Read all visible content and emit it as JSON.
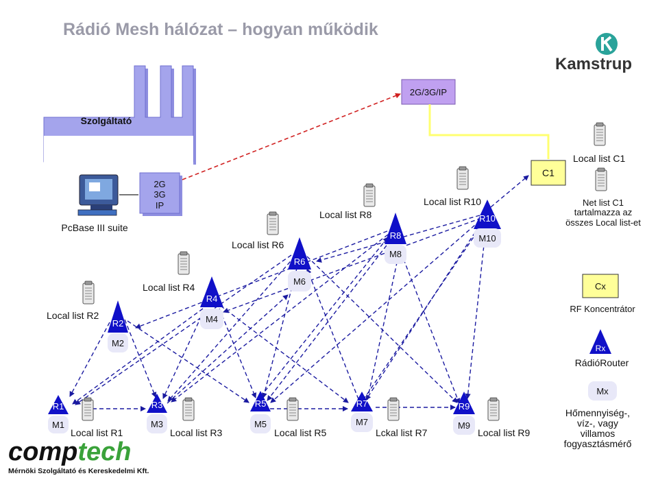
{
  "title": "Rádió Mesh hálózat – hogyan működik",
  "provider_label": "Szolgáltató",
  "cloud_label": "2G/3G/IP",
  "pcbase_label": "PcBase III suite",
  "modem_label": [
    "2G",
    "3G",
    "IP"
  ],
  "concentrator_box": "C1",
  "c1_local_list": "Local list C1",
  "c1_net_list": [
    "Net list C1",
    "tartalmazza az",
    "összes Local list-et"
  ],
  "legend": {
    "cx": "Cx",
    "cx_caption": "RF Koncentrátor",
    "rx": "Rx",
    "rx_caption": "RádióRouter",
    "mx": "Mx",
    "mx_caption": [
      "Hőmennyiség-,",
      "víz-, vagy",
      "villamos",
      "fogyasztásmérő"
    ]
  },
  "routers": {
    "r1": "R1",
    "r2": "R2",
    "r3": "R3",
    "r4": "R4",
    "r5": "R5",
    "r6": "R6",
    "r7": "R7",
    "r8": "R8",
    "r9": "R9",
    "r10": "R10"
  },
  "meters": {
    "m1": "M1",
    "m2": "M2",
    "m3": "M3",
    "m4": "M4",
    "m5": "M5",
    "m6": "M6",
    "m7": "M7",
    "m8": "M8",
    "m9": "M9",
    "m10": "M10"
  },
  "local_lists": {
    "r1": "Local list R1",
    "r2": "Local list R2",
    "r3": "Local list R3",
    "r4": "Local list R4",
    "r5": "Local list R5",
    "r6": "Local list R6",
    "r7": "Lckal list R7",
    "r8": "Local list R8",
    "r9": "Local list R9",
    "r10": "Local list R10"
  },
  "kamstrup_logo": "Kamstrup",
  "comptech_logo": {
    "part1": "comp",
    "part2": "tech"
  },
  "comptech_subtitle": "Mérnöki Szolgáltató és Kereskedelmi Kft.",
  "colors": {
    "router_fill": "#1010c8",
    "meter_fill": "#e8e8f8",
    "link": "#1a1aa0",
    "uplink": "#d02020",
    "cloud_fill": "#c0a0f0",
    "concentrator_fill": "#ffff99",
    "factory_fill": "#a4a4ec",
    "title_gray": "#9a9aa8",
    "comptech_green": "#3aa23a"
  }
}
